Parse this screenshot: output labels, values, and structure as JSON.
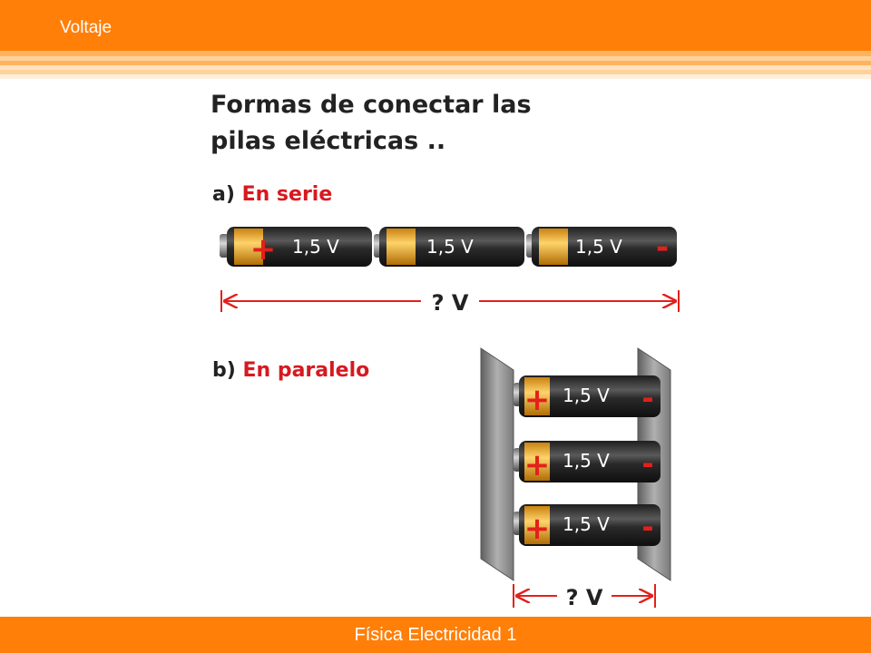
{
  "header": {
    "title": "Voltaje"
  },
  "footer": {
    "text": "Física Electricidad 1"
  },
  "main": {
    "heading_line1": "Formas de conectar las",
    "heading_line2": "pilas eléctricas ..",
    "series": {
      "letter": "a)",
      "label": "En serie",
      "battery_label": "1,5 V",
      "plus": "+",
      "minus": "-",
      "total": "? V"
    },
    "parallel": {
      "letter": "b)",
      "label": "En paralelo",
      "battery_label": "1,5 V",
      "plus": "+",
      "minus": "-",
      "total": "? V"
    }
  },
  "colors": {
    "bar": "#ff7f08",
    "accent_red": "#d71920",
    "battery_gold": "#f5a623",
    "battery_body": "#3a3a3a"
  }
}
